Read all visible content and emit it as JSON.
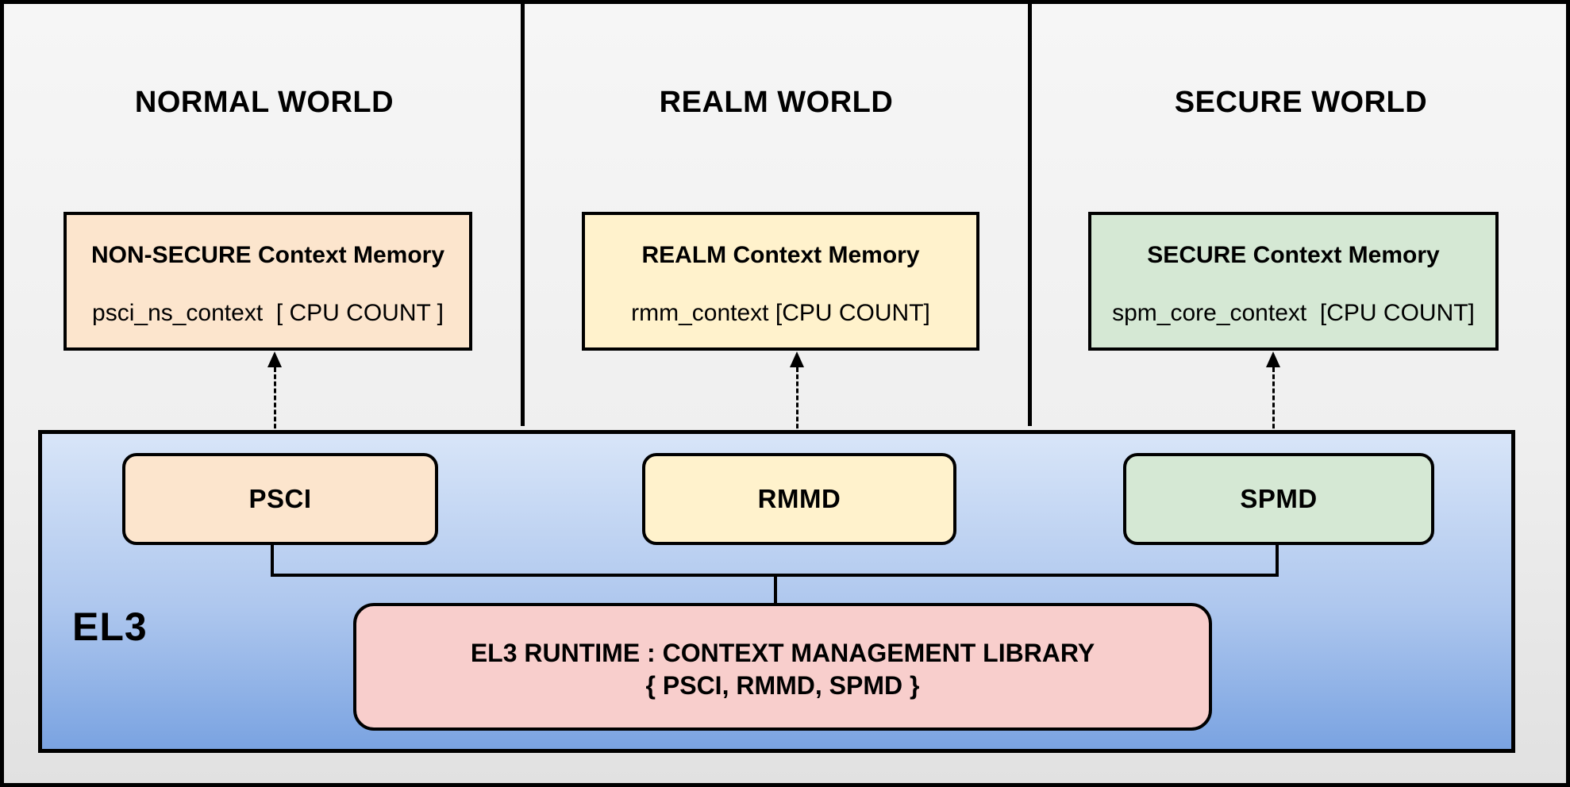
{
  "worlds": [
    {
      "title": "NORMAL WORLD",
      "memory": {
        "title": "NON-SECURE Context Memory",
        "value": "psci_ns_context  [ CPU COUNT ]"
      },
      "fill": "#fce5cd"
    },
    {
      "title": "REALM WORLD",
      "memory": {
        "title": "REALM Context Memory",
        "value": "rmm_context [CPU COUNT]"
      },
      "fill": "#fff2cc"
    },
    {
      "title": "SECURE WORLD",
      "memory": {
        "title": "SECURE Context Memory",
        "value": "spm_core_context  [CPU COUNT]"
      },
      "fill": "#d5e8d4"
    }
  ],
  "el3": {
    "label": "EL3",
    "components": [
      {
        "label": "PSCI",
        "fill": "#fce5cd"
      },
      {
        "label": "RMMD",
        "fill": "#fff2cc"
      },
      {
        "label": "SPMD",
        "fill": "#d5e8d4"
      }
    ],
    "runtime_library": {
      "line1": "EL3 RUNTIME : CONTEXT MANAGEMENT LIBRARY",
      "line2": "{ PSCI, RMMD, SPMD }",
      "fill": "#f8cecc"
    }
  },
  "connections": [
    {
      "from": "NON-SECURE Context Memory",
      "to": "PSCI",
      "type": "dashed-double-arrow"
    },
    {
      "from": "REALM Context Memory",
      "to": "RMMD",
      "type": "dashed-double-arrow"
    },
    {
      "from": "SECURE Context Memory",
      "to": "SPMD",
      "type": "dashed-double-arrow"
    },
    {
      "from": "PSCI",
      "to": "EL3 RUNTIME : CONTEXT MANAGEMENT LIBRARY",
      "type": "solid-elbow"
    },
    {
      "from": "SPMD",
      "to": "EL3 RUNTIME : CONTEXT MANAGEMENT LIBRARY",
      "type": "solid-elbow"
    }
  ],
  "colors": {
    "peach": "#fce5cd",
    "yellow": "#fff2cc",
    "green": "#d5e8d4",
    "pink": "#f8cecc",
    "el3_gradient_top": "#d8e5f8",
    "el3_gradient_bottom": "#7aa3e1",
    "background_top": "#f5f5f5",
    "background_bottom": "#e1e1e1",
    "line": "#000000"
  }
}
